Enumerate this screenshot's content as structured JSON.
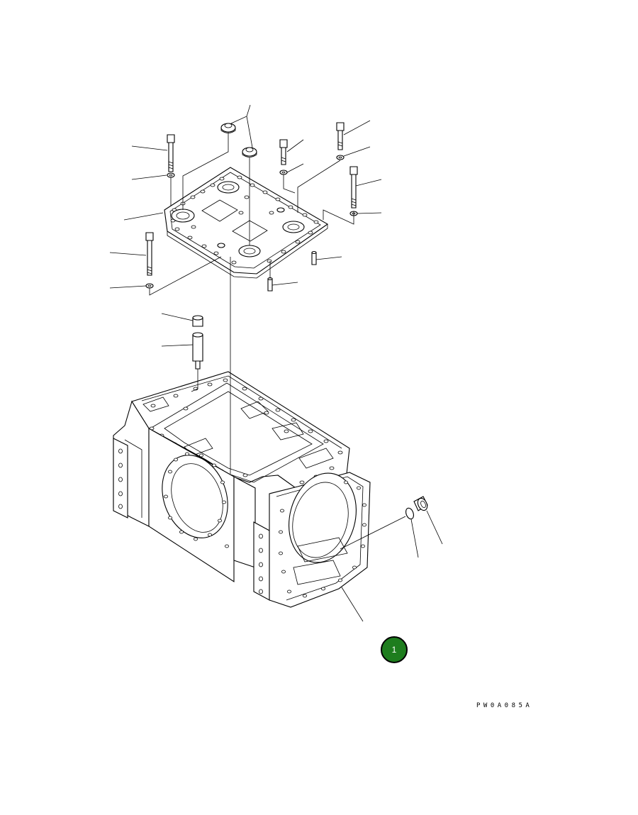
{
  "callout": {
    "label": "1"
  },
  "drawing_code": "PW0A085A",
  "parts": [
    "housing-cover-plate",
    "transmission-case",
    "hex-bolt",
    "washer",
    "seal-ring",
    "dowel-pin",
    "drain-plug",
    "o-ring",
    "cap-nut",
    "stud-spacer"
  ]
}
